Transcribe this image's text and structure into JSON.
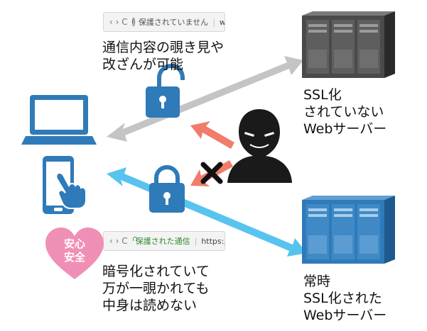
{
  "insecure_browser": {
    "nav": "‹  ›  C",
    "info_icon": "info-icon",
    "status": "保護されていません",
    "url": "www.s"
  },
  "secure_browser": {
    "nav": "‹  ›  C",
    "lock_icon": "lock-icon",
    "status": "保護された通信",
    "url": "https://"
  },
  "labels": {
    "insecure_risk": [
      "通信内容の覗き見や",
      "改ざんが可能"
    ],
    "insecure_server": [
      "SSL化",
      "されていない",
      "Webサーバー"
    ],
    "secure_benefit": [
      "暗号化されていて",
      "万が一覗かれても",
      "中身は読めない"
    ],
    "secure_server": [
      "常時",
      "SSL化された",
      "Webサーバー"
    ]
  },
  "badge": {
    "lines": [
      "安心",
      "安全"
    ]
  },
  "colors": {
    "insecure_arrow": "#c4c4c4",
    "secure_arrow": "#58c3ef",
    "attack_arrow": "#f07c6c",
    "device_blue": "#2f7ab8",
    "insecure_server": "#4a4a4a",
    "secure_server": "#2f7ab8",
    "heart": "#f08fb5",
    "hacker": "#1a1a1a"
  }
}
